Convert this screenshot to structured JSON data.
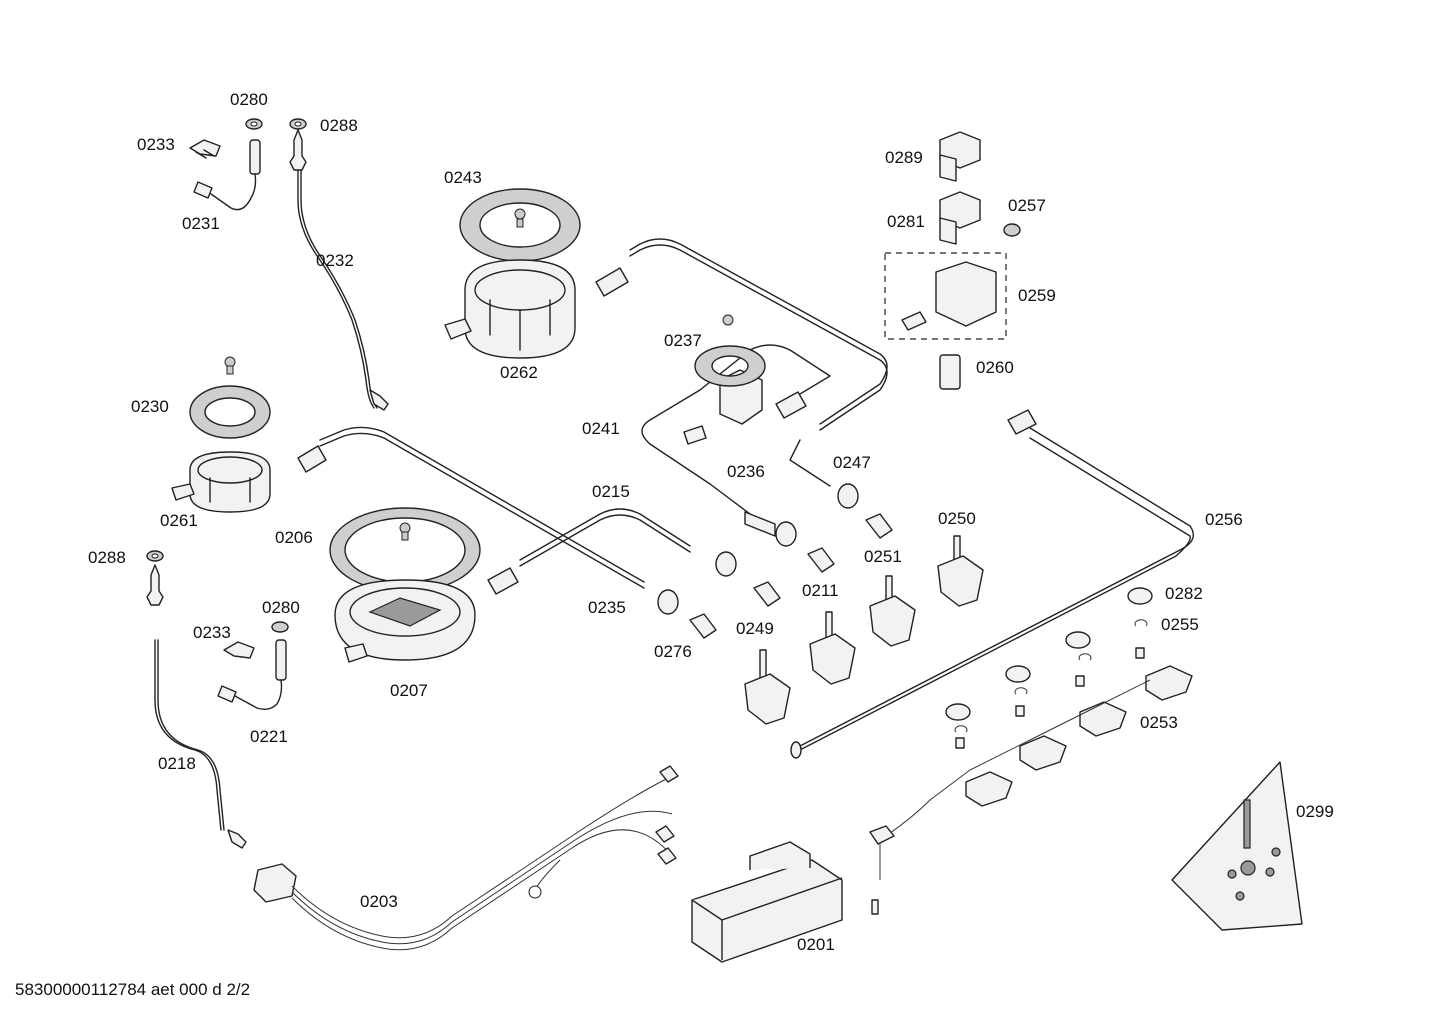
{
  "diagram": {
    "callouts": {
      "c0280_top": "0280",
      "c0288_top": "0288",
      "c0233_top": "0233",
      "c0231": "0231",
      "c0232": "0232",
      "c0243": "0243",
      "c0262": "0262",
      "c0230": "0230",
      "c0261": "0261",
      "c0206": "0206",
      "c0207": "0207",
      "c0288_bottom": "0288",
      "c0233_bottom": "0233",
      "c0280_bottom": "0280",
      "c0221": "0221",
      "c0218": "0218",
      "c0203": "0203",
      "c0201": "0201",
      "c0215": "0215",
      "c0235": "0235",
      "c0276": "0276",
      "c0249": "0249",
      "c0211": "0211",
      "c0241": "0241",
      "c0237": "0237",
      "c0236": "0236",
      "c0247": "0247",
      "c0251": "0251",
      "c0250": "0250",
      "c0289": "0289",
      "c0281": "0281",
      "c0257": "0257",
      "c0259": "0259",
      "c0260": "0260",
      "c0256": "0256",
      "c0282": "0282",
      "c0255": "0255",
      "c0253": "0253",
      "c0299": "0299"
    }
  },
  "footer": {
    "document_code": "58300000112784 aet 000 d 2/2"
  }
}
